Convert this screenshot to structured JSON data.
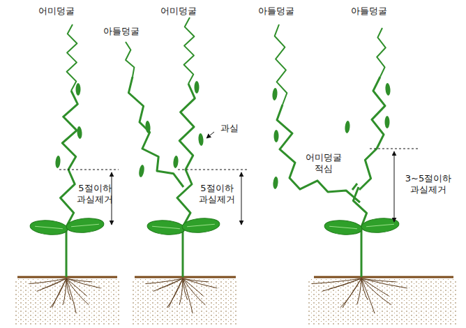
{
  "diagram": {
    "labels": [
      "어미덩굴",
      "어미덩굴",
      "아들덩굴",
      "과실",
      "5절이하 과실제거",
      "5절이하 과실제거",
      "아들덩굴",
      "아들덩굴",
      "어미덩굴 적심",
      "3~5절이하 과실제거"
    ]
  }
}
